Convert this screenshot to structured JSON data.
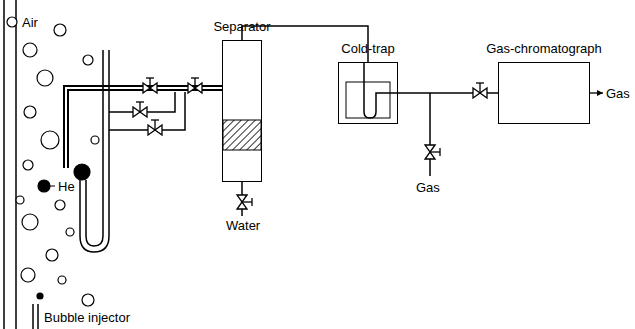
{
  "diagram": {
    "nodes": [
      {
        "text": [
          "Separator"
        ]
      },
      {
        "text": [
          "Cold-trap"
        ]
      },
      {
        "text": [
          "Gas-chromatograph"
        ]
      }
    ],
    "edges": [
      {
        "from": 0,
        "to": 1,
        "arrow": "none"
      },
      {
        "from": 1,
        "to": 2,
        "arrow": "none"
      }
    ],
    "labels": [
      "Air",
      "He",
      "Bubble injector",
      "Water",
      "Gas",
      "Gas"
    ]
  }
}
